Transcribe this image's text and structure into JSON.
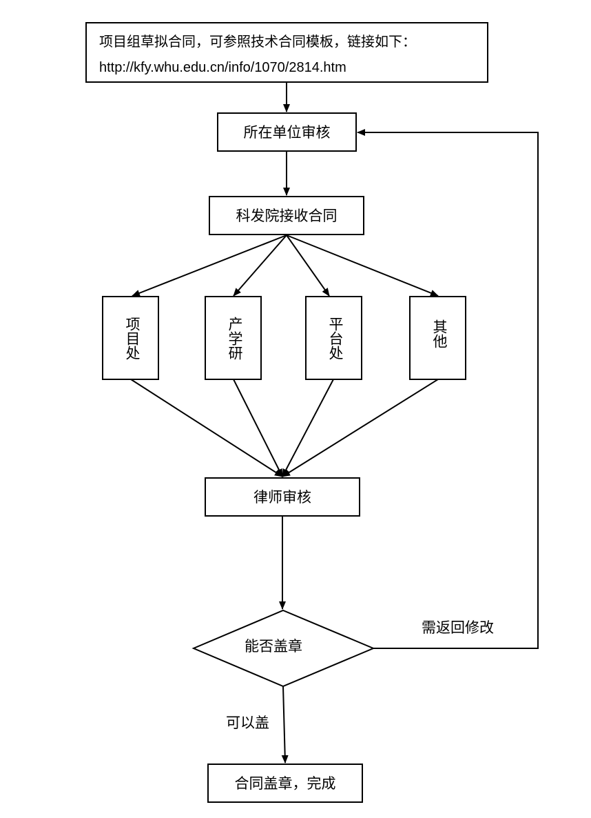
{
  "nodes": {
    "start": {
      "line1": "项目组草拟合同，可参照技术合同模板，链接如下：",
      "line2": "http://kfy.whu.edu.cn/info/1070/2814.htm"
    },
    "unit_review": "所在单位审核",
    "receive": "科发院接收合同",
    "dept_project": "项目处",
    "dept_iur": "产学研",
    "dept_platform": "平台处",
    "dept_other": "其他",
    "lawyer": "律师审核",
    "decision": "能否盖章",
    "end": "合同盖章，完成"
  },
  "edges": {
    "yes_label": "可以盖",
    "no_label": "需返回修改"
  }
}
